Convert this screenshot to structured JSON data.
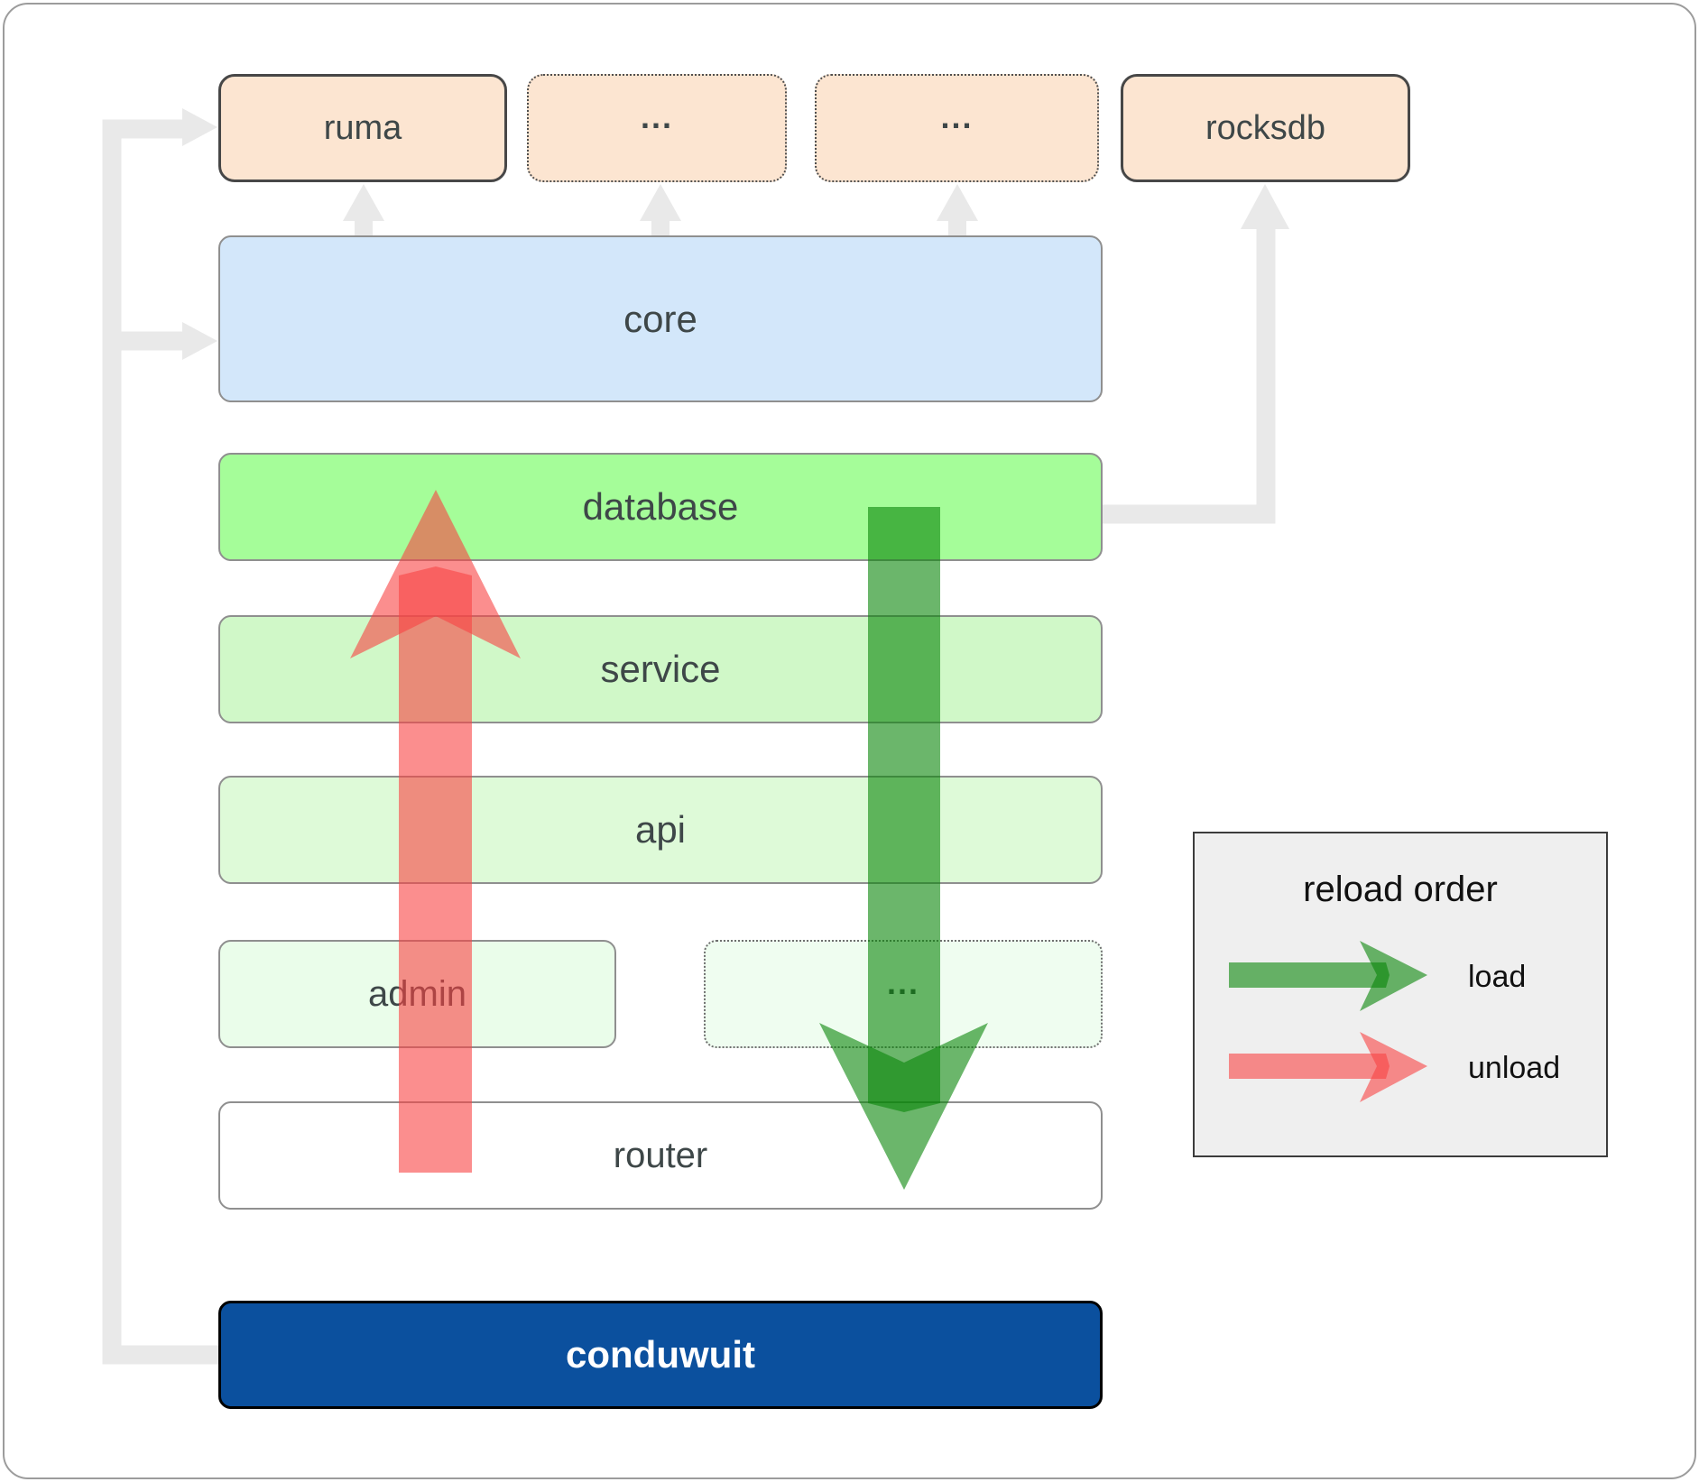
{
  "diagram": {
    "top_row": {
      "ruma": "ruma",
      "more_a": "...",
      "more_b": "...",
      "rocksdb": "rocksdb"
    },
    "layers": {
      "core": "core",
      "database": "database",
      "service": "service",
      "api": "api",
      "admin": "admin",
      "admin_more": "...",
      "router": "router",
      "conduwuit": "conduwuit"
    }
  },
  "legend": {
    "title": "reload order",
    "load_label": "load",
    "unload_label": "unload"
  },
  "colors": {
    "load_arrow": "#088508",
    "unload_arrow": "#f84343",
    "crate_fill": "#fce5d1",
    "core_fill": "#d3e7fa",
    "database_fill": "#a5fd99",
    "service_fill": "#d0f8c8",
    "api_fill": "#defad8",
    "admin_fill": "#eafdea",
    "admin_more_fill": "#effdf0",
    "router_fill": "#ffffff",
    "conduwuit_fill": "#0b509e",
    "connector_gray": "#e9e9e9",
    "legend_bg": "#efefef",
    "label_text": "#3e4748"
  }
}
